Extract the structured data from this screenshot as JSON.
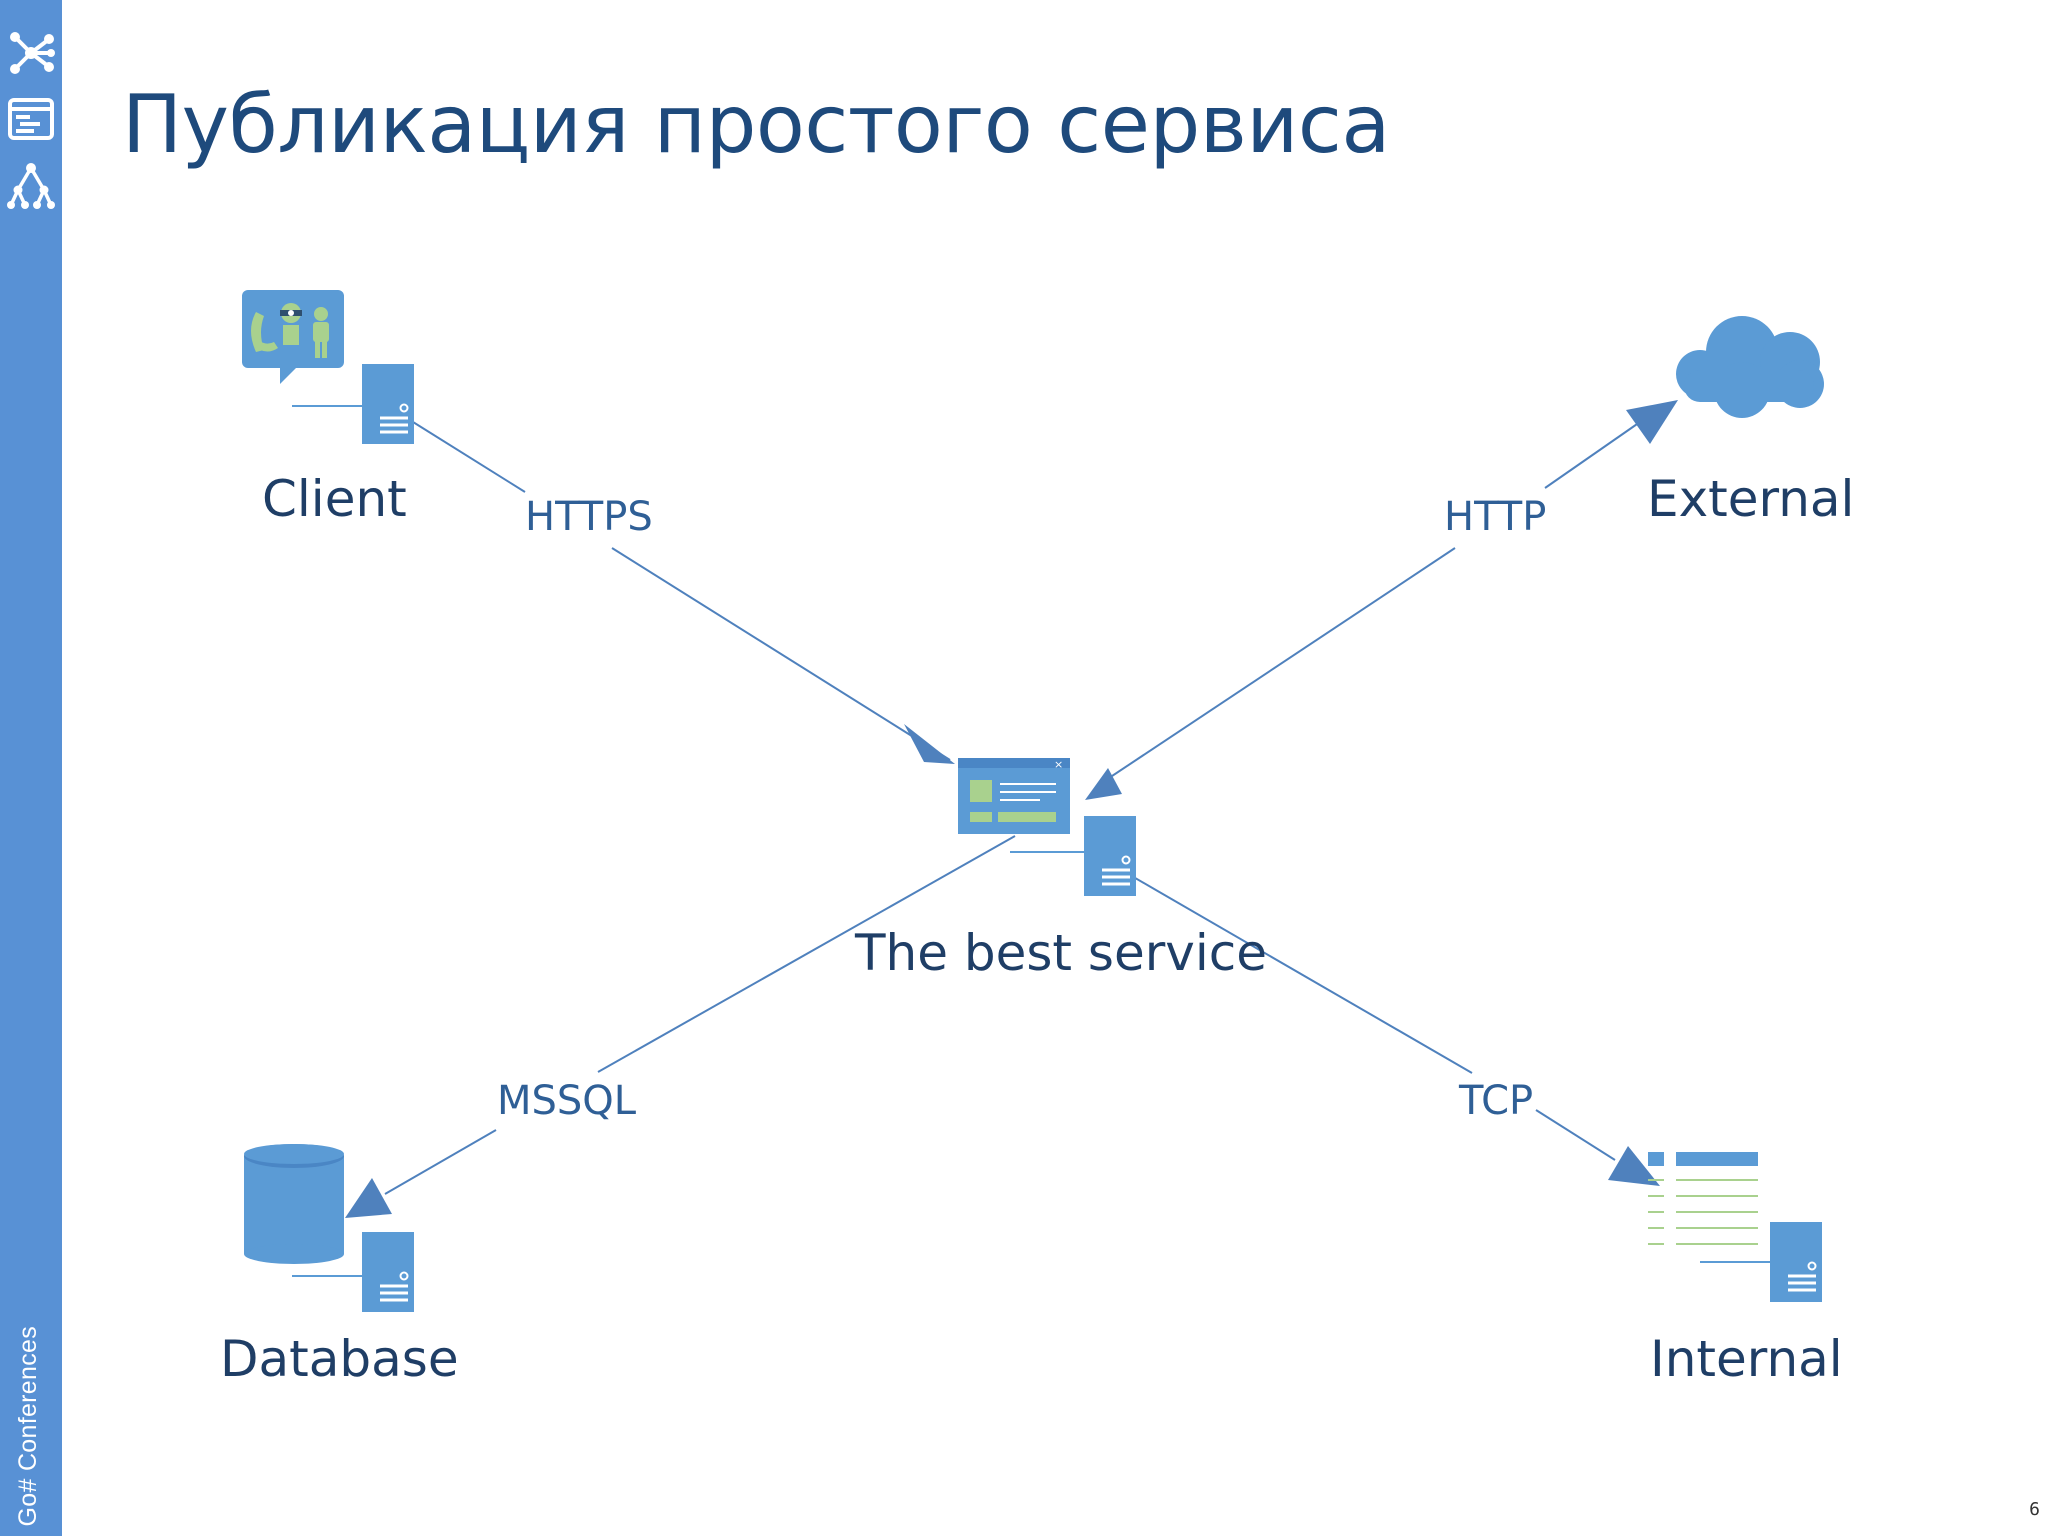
{
  "slide": {
    "title": "Публикация простого сервиса",
    "page_number": "6"
  },
  "sidebar": {
    "brand": "Go# Conferences",
    "icons": [
      "network-icon",
      "window-list-icon",
      "hierarchy-icon"
    ]
  },
  "colors": {
    "sidebar": "#5891d5",
    "title": "#1e4a7c",
    "icon_blue": "#5b9bd5",
    "icon_green": "#a9d18e",
    "line": "#4f81bd"
  },
  "diagram": {
    "nodes": {
      "client": {
        "label": "Client",
        "icon": "chat-contacts-icon"
      },
      "external": {
        "label": "External",
        "icon": "cloud-icon"
      },
      "service": {
        "label": "The best service",
        "icon": "web-app-icon"
      },
      "database": {
        "label": "Database",
        "icon": "database-icon"
      },
      "internal": {
        "label": "Internal",
        "icon": "document-list-icon"
      }
    },
    "edges": [
      {
        "from": "client",
        "to": "service",
        "label": "HTTPS"
      },
      {
        "from": "service",
        "to": "external",
        "label": "HTTP"
      },
      {
        "from": "service",
        "to": "database",
        "label": "MSSQL"
      },
      {
        "from": "service",
        "to": "internal",
        "label": "TCP"
      }
    ]
  }
}
